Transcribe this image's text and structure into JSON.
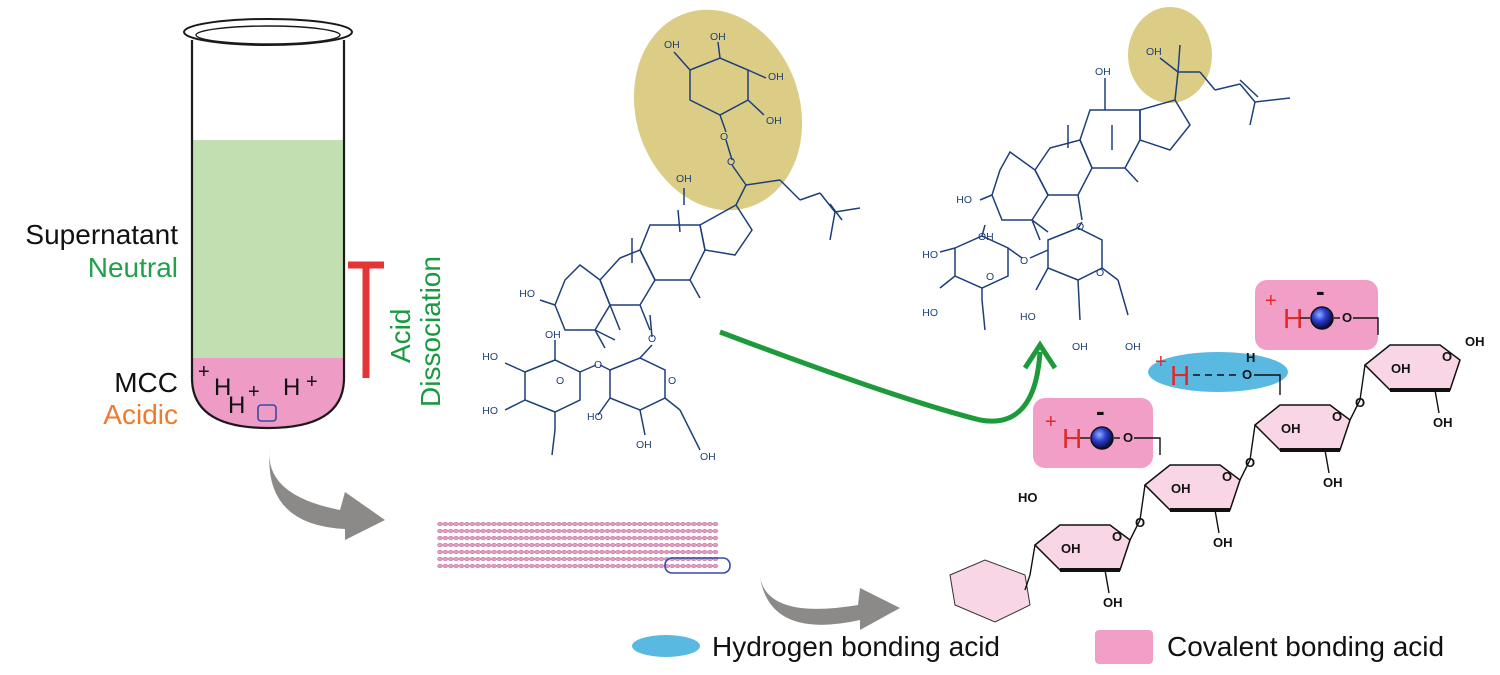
{
  "tube": {
    "supernatant_label": "Supernatant",
    "supernatant_state": "Neutral",
    "mcc_label": "MCC",
    "mcc_state": "Acidic",
    "proton_symbol": "H",
    "charge_plus": "+",
    "supernatant_color": "#c2dfb2",
    "mcc_color": "#ee9bc6"
  },
  "inhibition": {
    "line1": "Acid",
    "line2": "Dissociation",
    "color": "#e53434",
    "text_color": "#199a3e"
  },
  "molecule_labels": {
    "hydroxyl": "OH",
    "oxygen": "O",
    "hydroxyl_left": "HO",
    "hydrogen": "H"
  },
  "cellulose": {
    "proton": "H",
    "plus": "+",
    "minus": "-",
    "oxygen": "O",
    "hydroxyl": "OH",
    "hydroxyl_left": "HO"
  },
  "legend": {
    "hydrogen_label": "Hydrogen bonding acid",
    "covalent_label": "Covalent bonding acid",
    "hydrogen_color": "#5ab9e1",
    "covalent_color": "#f29fc7"
  },
  "colors": {
    "highlight": "#dccd86",
    "structure": "#1d3f7a",
    "arrow_green": "#1d9a3a",
    "arrow_gray": "#8c8a88",
    "sugar_fill": "#f8d6e6"
  }
}
